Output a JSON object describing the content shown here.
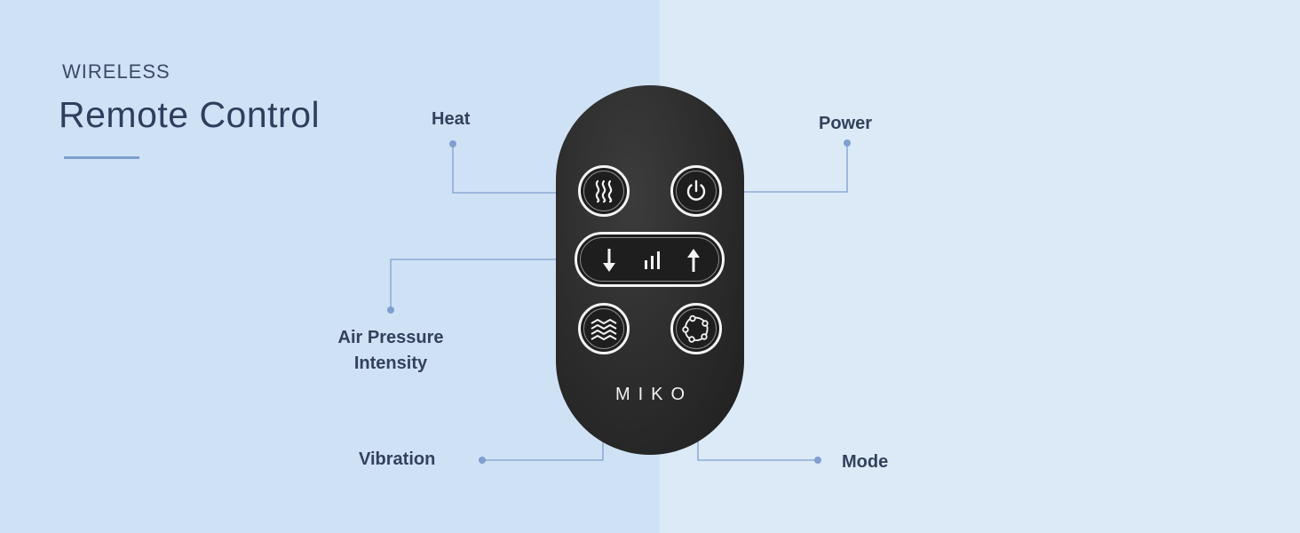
{
  "header": {
    "eyebrow": "WIRELESS",
    "title": "Remote Control"
  },
  "remote": {
    "brand": "MIKO",
    "body_color": "#2b2b2b",
    "button_ring_color": "#f4f4f4"
  },
  "callouts": {
    "heat": "Heat",
    "power": "Power",
    "air_pressure_line1": "Air Pressure",
    "air_pressure_line2": "Intensity",
    "vibration": "Vibration",
    "mode": "Mode"
  },
  "colors": {
    "background_left": "#cfe2f5",
    "background_right": "#dceaf8",
    "accent": "#7e9fcf",
    "text": "#33415c"
  },
  "icons": {
    "heat": "heat-waves-icon",
    "power": "power-icon",
    "decrease": "arrow-down-icon",
    "level": "intensity-bars-icon",
    "increase": "arrow-up-icon",
    "vibration": "vibration-waves-icon",
    "mode": "mode-nodes-icon"
  }
}
